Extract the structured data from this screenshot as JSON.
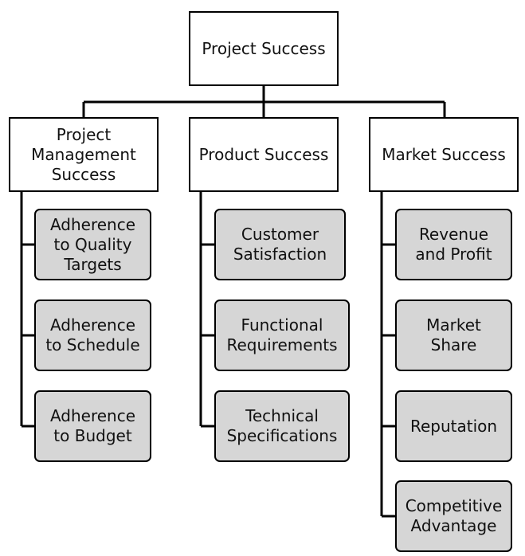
{
  "root": {
    "label": "Project Success"
  },
  "categories": [
    {
      "label": "Project\nManagement\nSuccess",
      "items": [
        "Adherence\nto Quality\nTargets",
        "Adherence\nto Schedule",
        "Adherence\nto Budget"
      ]
    },
    {
      "label": "Product Success",
      "items": [
        "Customer\nSatisfaction",
        "Functional\nRequirements",
        "Technical\nSpecifications"
      ]
    },
    {
      "label": "Market Success",
      "items": [
        "Revenue\nand Profit",
        "Market\nShare",
        "Reputation",
        "Competitive\nAdvantage"
      ]
    }
  ],
  "colors": {
    "box_fill": "#ffffff",
    "sub_fill": "#d6d6d6",
    "line": "#000000"
  }
}
